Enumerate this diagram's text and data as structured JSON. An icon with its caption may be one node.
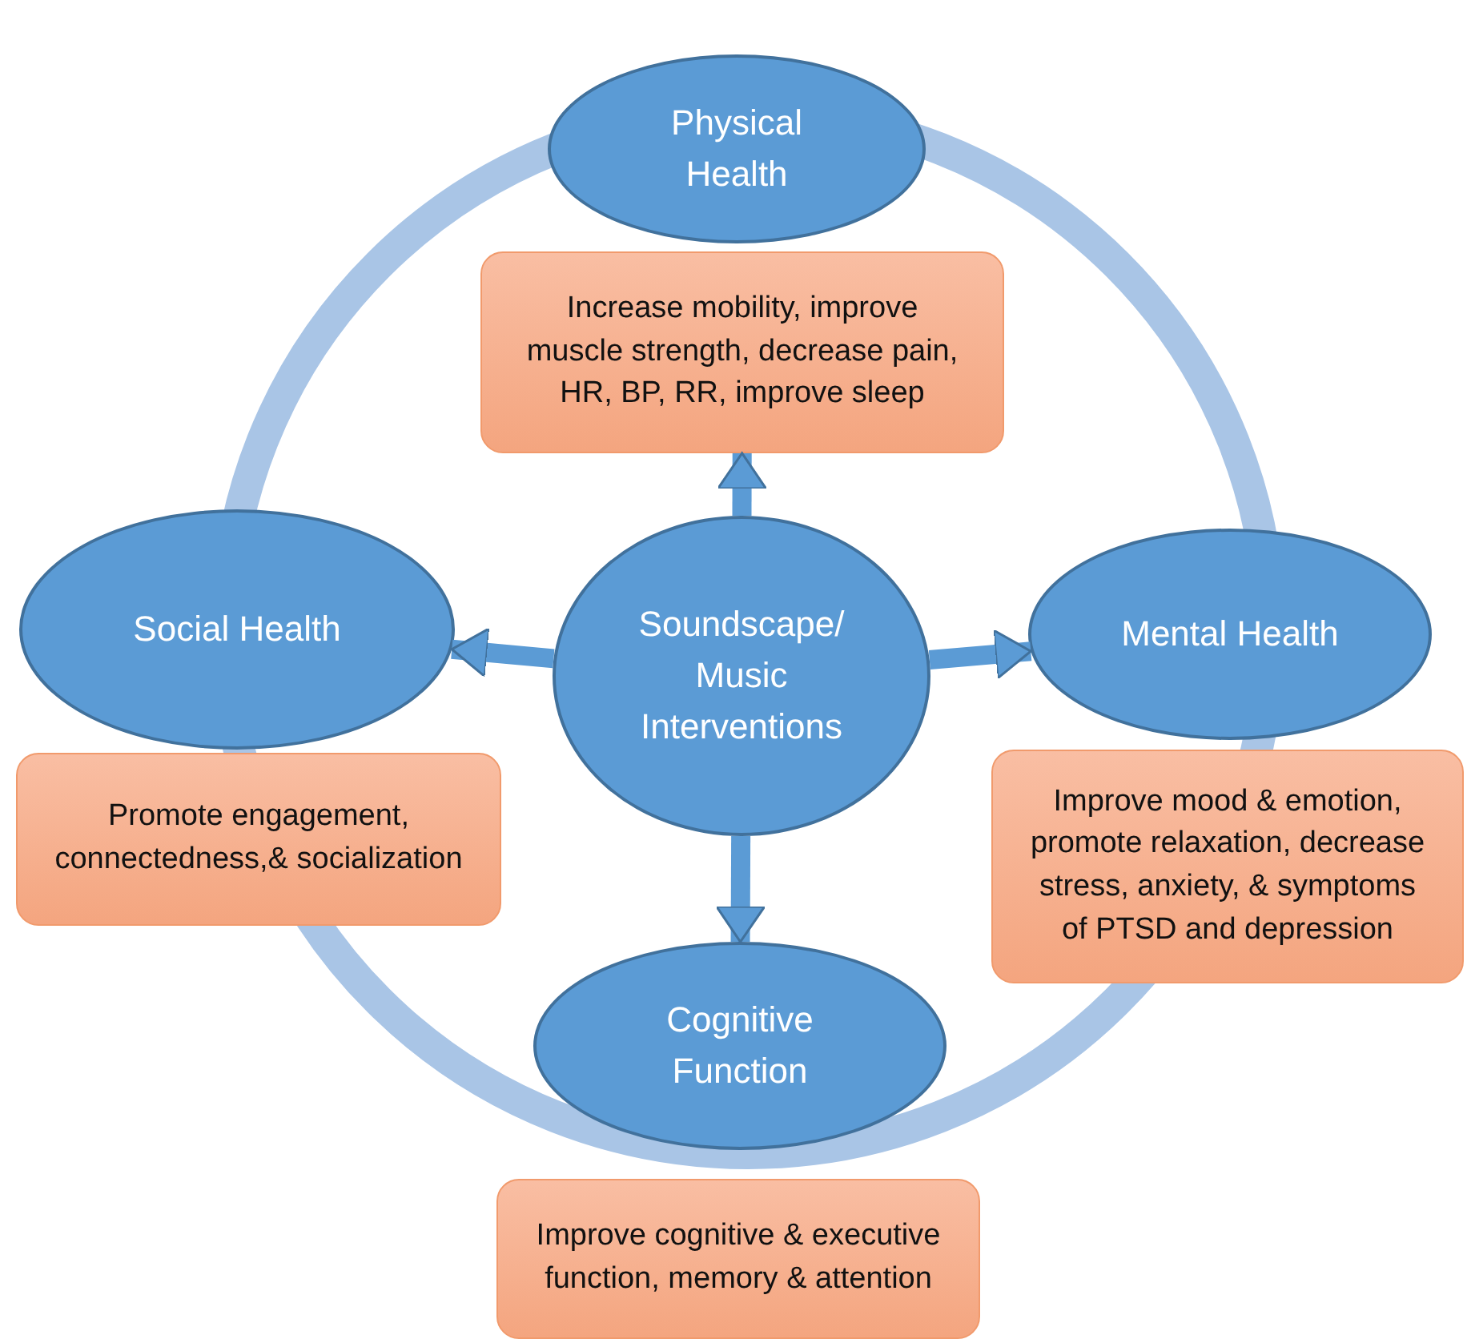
{
  "diagram": {
    "nodes": [
      {
        "text": [
          "Physical Health"
        ]
      },
      {
        "text": [
          "Increase mobility, improve muscle strength, decrease pain, HR, BP, RR, improve sleep"
        ]
      },
      {
        "text": [
          "Mental Health"
        ]
      },
      {
        "text": [
          "Social Health"
        ]
      },
      {
        "text": [
          "Soundscape/ Music Interventions"
        ]
      },
      {
        "text": [
          "Improve mood & emotion, promote relaxation, decrease stress, anxiety, & symptoms of PTSD and depression"
        ]
      },
      {
        "text": [
          "Promote engagement, connectedness,& socialization"
        ]
      },
      {
        "text": [
          "Cognitive Function"
        ]
      },
      {
        "text": [
          "Improve cognitive & executive function, memory & attention"
        ]
      }
    ],
    "edges": [
      {
        "from": 4,
        "to": 1,
        "arrow": "to"
      },
      {
        "from": 4,
        "to": 3,
        "arrow": "to"
      },
      {
        "from": 4,
        "to": 2,
        "arrow": "to"
      },
      {
        "from": 4,
        "to": 7,
        "arrow": "to"
      }
    ]
  }
}
